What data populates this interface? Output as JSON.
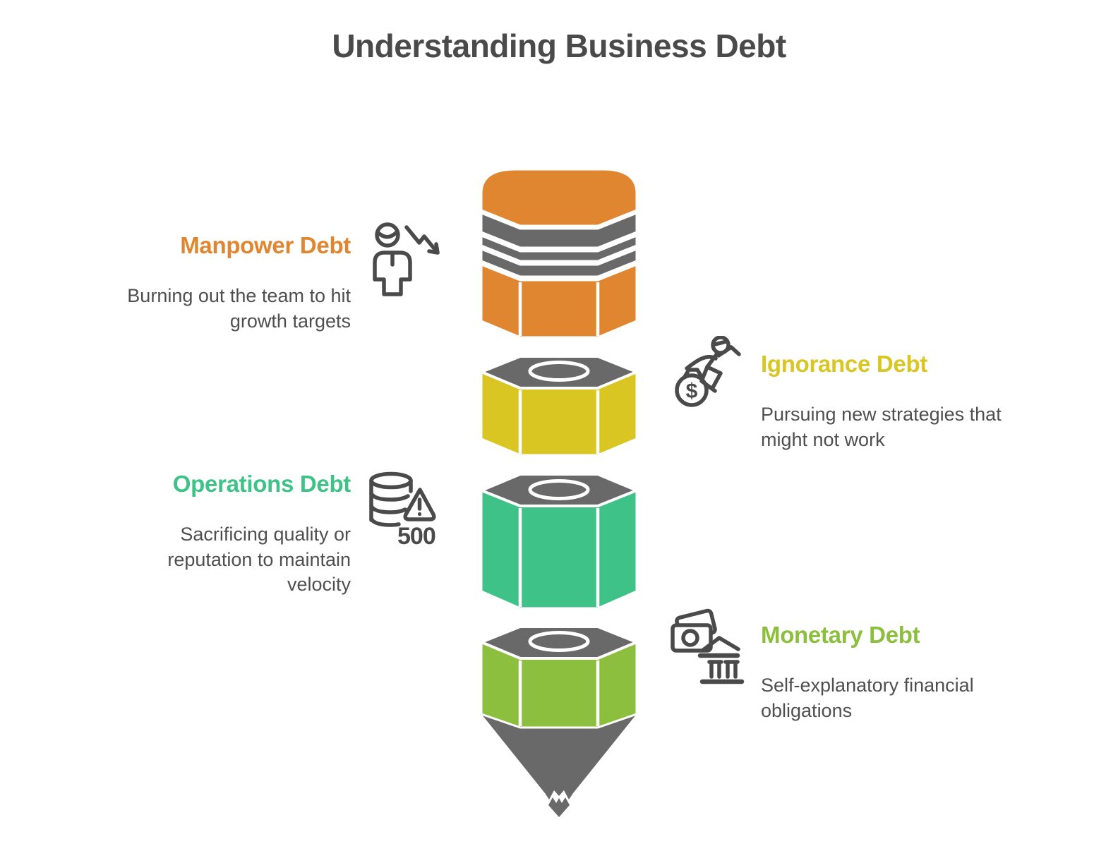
{
  "title": "Understanding Business Debt",
  "colors": {
    "title": "#4A4A4A",
    "body_text": "#4F4F4F",
    "gray": "#696969",
    "icon": "#4A4A4A",
    "white": "#FFFFFF"
  },
  "sections": [
    {
      "id": "manpower",
      "label": "Manpower Debt",
      "description": "Burning out the team to hit growth targets",
      "color": "#E08530",
      "side": "left",
      "icon": "person-decline-icon"
    },
    {
      "id": "ignorance",
      "label": "Ignorance Debt",
      "description": "Pursuing new strategies that might not work",
      "color": "#D9C622",
      "side": "right",
      "icon": "money-chase-icon",
      "icon_dollar": "$"
    },
    {
      "id": "operations",
      "label": "Operations Debt",
      "description": "Sacrificing quality or reputation to maintain velocity",
      "color": "#3FC287",
      "side": "left",
      "icon": "database-error-icon",
      "icon_text": "500"
    },
    {
      "id": "monetary",
      "label": "Monetary Debt",
      "description": "Self-explanatory financial obligations",
      "color": "#8BBF3D",
      "side": "right",
      "icon": "bank-money-icon"
    }
  ]
}
